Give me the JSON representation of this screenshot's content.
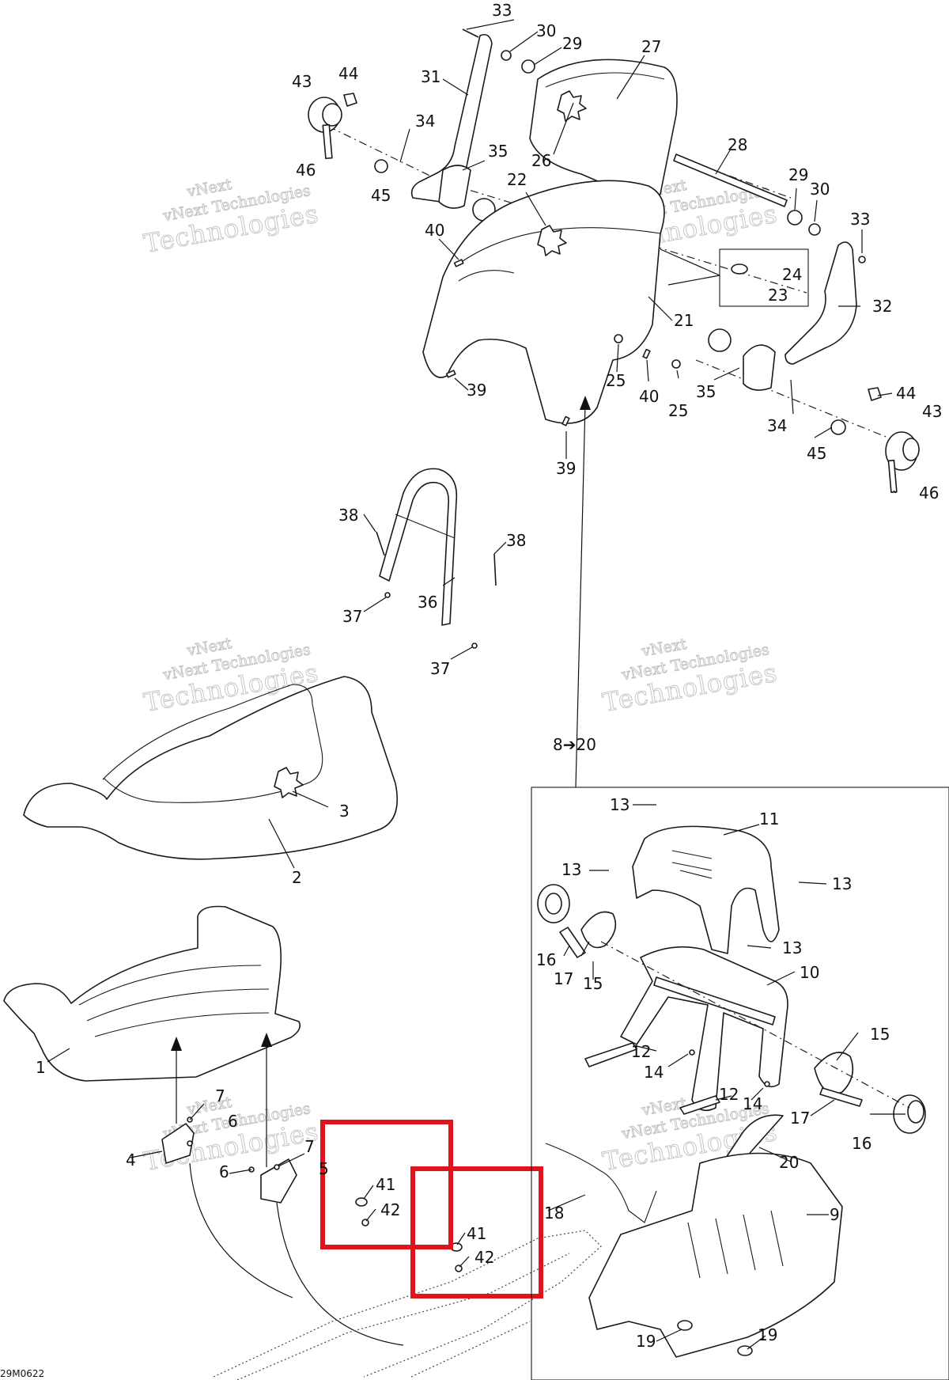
{
  "diagram_code": "29M0622",
  "subassembly_note": "8➔20",
  "highlight_color": "#e0141c",
  "watermark": {
    "line1": "vNext",
    "line2": "vNext Technologies",
    "line3": "Technologies"
  },
  "callouts": {
    "c1": "1",
    "c2": "2",
    "c3": "3",
    "c4": "4",
    "c5": "5",
    "c6a": "6",
    "c6b": "6",
    "c7a": "7",
    "c7b": "7",
    "c8to20": "8➔20",
    "c9": "9",
    "c10": "10",
    "c11": "11",
    "c12a": "12",
    "c12b": "12",
    "c13a": "13",
    "c13b": "13",
    "c13c": "13",
    "c13d": "13",
    "c14a": "14",
    "c14b": "14",
    "c15a": "15",
    "c15b": "15",
    "c16a": "16",
    "c16b": "16",
    "c17a": "17",
    "c17b": "17",
    "c18": "18",
    "c19a": "19",
    "c19b": "19",
    "c20": "20",
    "c21": "21",
    "c22": "22",
    "c23": "23",
    "c24": "24",
    "c25a": "25",
    "c25b": "25",
    "c26": "26",
    "c27": "27",
    "c28": "28",
    "c29a": "29",
    "c29b": "29",
    "c30a": "30",
    "c30b": "30",
    "c31": "31",
    "c32": "32",
    "c33a": "33",
    "c33b": "33",
    "c34a": "34",
    "c34b": "34",
    "c35a": "35",
    "c35b": "35",
    "c36": "36",
    "c37a": "37",
    "c37b": "37",
    "c38a": "38",
    "c38b": "38",
    "c39a": "39",
    "c39b": "39",
    "c40a": "40",
    "c40b": "40",
    "c41a": "41",
    "c41b": "41",
    "c42a": "42",
    "c42b": "42",
    "c43a": "43",
    "c43b": "43",
    "c44a": "44",
    "c44b": "44",
    "c45a": "45",
    "c45b": "45",
    "c46a": "46",
    "c46b": "46"
  }
}
